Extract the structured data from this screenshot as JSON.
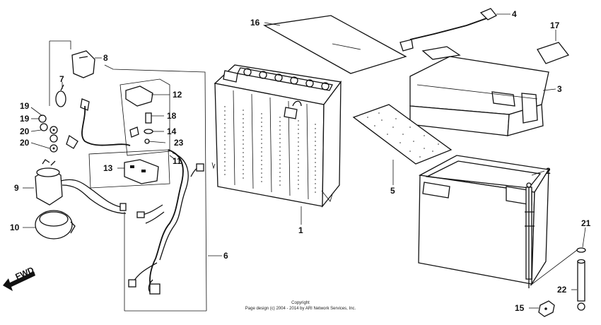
{
  "diagram": {
    "callouts": [
      {
        "id": "p1",
        "label": "1"
      },
      {
        "id": "p2",
        "label": "2"
      },
      {
        "id": "p3",
        "label": "3"
      },
      {
        "id": "p4",
        "label": "4"
      },
      {
        "id": "p5",
        "label": "5"
      },
      {
        "id": "p6",
        "label": "6"
      },
      {
        "id": "p7",
        "label": "7"
      },
      {
        "id": "p8",
        "label": "8"
      },
      {
        "id": "p9",
        "label": "9"
      },
      {
        "id": "p10",
        "label": "10"
      },
      {
        "id": "p11",
        "label": "11"
      },
      {
        "id": "p12",
        "label": "12"
      },
      {
        "id": "p13",
        "label": "13"
      },
      {
        "id": "p14",
        "label": "14"
      },
      {
        "id": "p15",
        "label": "15"
      },
      {
        "id": "p16",
        "label": "16"
      },
      {
        "id": "p17",
        "label": "17"
      },
      {
        "id": "p18",
        "label": "18"
      },
      {
        "id": "p19a",
        "label": "19"
      },
      {
        "id": "p19b",
        "label": "19"
      },
      {
        "id": "p20a",
        "label": "20"
      },
      {
        "id": "p20b",
        "label": "20"
      },
      {
        "id": "p21",
        "label": "21"
      },
      {
        "id": "p22",
        "label": "22"
      },
      {
        "id": "p23",
        "label": "23"
      }
    ],
    "direction_label": "FWD",
    "copyright_line1": "Copyright",
    "copyright_line2": "Page design (c) 2004 - 2014 by ARI Network Services, Inc."
  }
}
